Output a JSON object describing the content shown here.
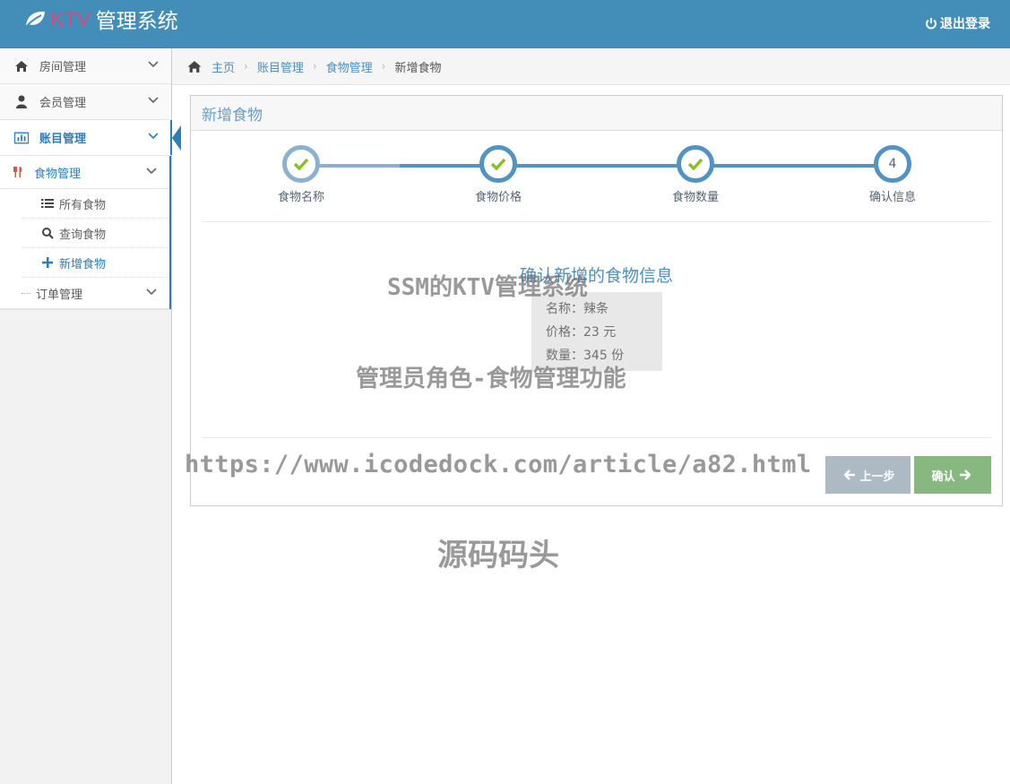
{
  "app": {
    "brand_ktv": "KTV",
    "brand_title": "管理系统",
    "logout_label": "退出登录"
  },
  "sidebar": {
    "rooms": "房间管理",
    "members": "会员管理",
    "accounts": "账目管理",
    "food": "食物管理",
    "food_items": [
      "所有食物",
      "查询食物",
      "新增食物"
    ],
    "orders": "订单管理"
  },
  "breadcrumb": {
    "home": "主页",
    "accounts": "账目管理",
    "food": "食物管理",
    "current": "新增食物"
  },
  "panel": {
    "title": "新增食物",
    "steps": [
      {
        "label": "食物名称",
        "status": "done"
      },
      {
        "label": "食物价格",
        "status": "done"
      },
      {
        "label": "食物数量",
        "status": "done"
      },
      {
        "label": "确认信息",
        "number": "4",
        "status": "current"
      }
    ],
    "confirm_title": "确认新增的食物信息",
    "info": {
      "name_line": "名称：辣条",
      "price_line": "价格：23 元",
      "qty_line": "数量：345 份"
    },
    "prev_label": "上一步",
    "ok_label": "确认"
  },
  "watermarks": {
    "line1": "SSM的KTV管理系统",
    "line2": "管理员角色-食物管理功能",
    "url": "https://www.icodedock.com/article/a82.html",
    "brand": "源码码头"
  },
  "colors": {
    "navbar": "#438eb9",
    "brand_ktv": "#d6487e",
    "accent": "#2b7dbc",
    "step": "#5293c4",
    "check": "#8bbe29",
    "confirm_btn": "#87b87f",
    "prev_btn": "#abbac3"
  }
}
